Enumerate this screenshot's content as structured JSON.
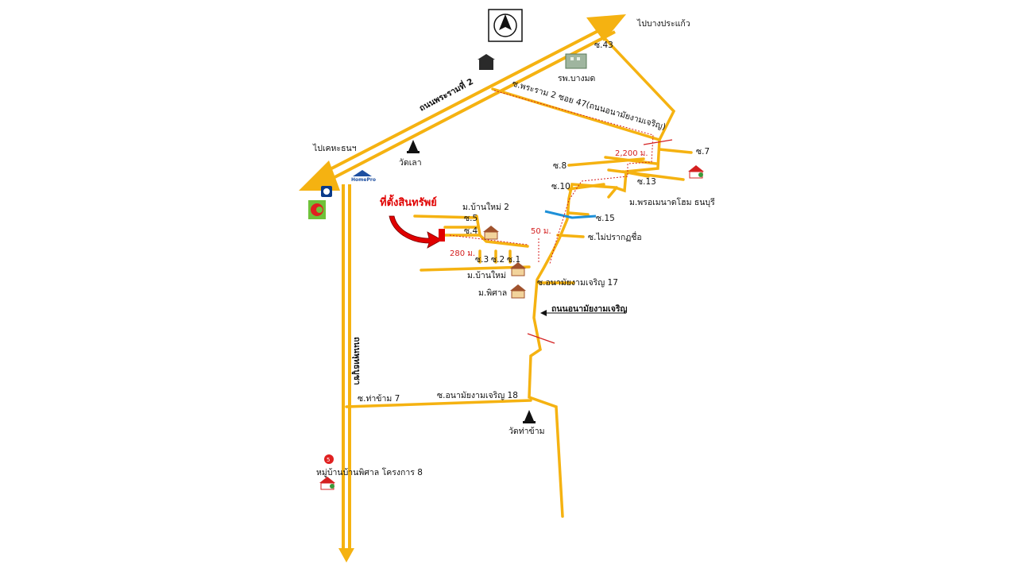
{
  "colors": {
    "road": "#f5b211",
    "road_edge": "#e39d00",
    "water": "#1e90d8",
    "red": "#d42020",
    "text": "#111111"
  },
  "labels": {
    "to_bang_pakaeo": "ไปบางประแก้ว",
    "to_khet_thon": "ไปเคหะธนฯ",
    "rama2_road": "ถนนพระรามที่ 2",
    "soi43": "ซ.43",
    "hospital": "รพ.บางมด",
    "rama2_soi47": "ซ.พระราม 2 ซอย 47(ถนนอนามัยงามเจริญ)",
    "wat_lao": "วัดเลา",
    "soi7": "ซ.7",
    "soi8": "ซ.8",
    "soi10": "ซ.10",
    "soi13": "ซ.13",
    "soi15": "ซ.15",
    "property_location": "ที่ตั้งสินทรัพย์",
    "ban_mai_2": "ม.บ้านใหม่ 2",
    "soi5": "ซ.5",
    "soi4": "ซ.4",
    "soi3": "ซ.3",
    "soi2": "ซ.2",
    "soi1": "ซ.1",
    "ban_mai": "ม.บ้านใหม่",
    "pisan": "ม.พิศาล",
    "unnamed_soi": "ซ.ไม่ปรากฏชื่อ",
    "anamai_soi17": "ซ.อนามัยงามเจริญ 17",
    "anamai_road": "ถนนอนามัยงามเจริญ",
    "phruttha_road": "ถนนพุทธบูชา",
    "tha_kham_soi7": "ซ.ท่าข้าม 7",
    "anamai_soi18": "ซ.อนามัยงามเจริญ 18",
    "wat_tha_kham": "วัดท่าข้าม",
    "pisan_project8": "หมู่บ้านบ้านพิศาล โครงการ 8",
    "pruksa_village": "ม.พรอเมนาดโฮม ธนบุรี",
    "homepro": "HomePro",
    "bus_stop_no": "5",
    "compass_n": "N"
  },
  "distances": {
    "d_2200": "2,200 ม.",
    "d_50": "50 ม.",
    "d_280": "280 ม."
  }
}
